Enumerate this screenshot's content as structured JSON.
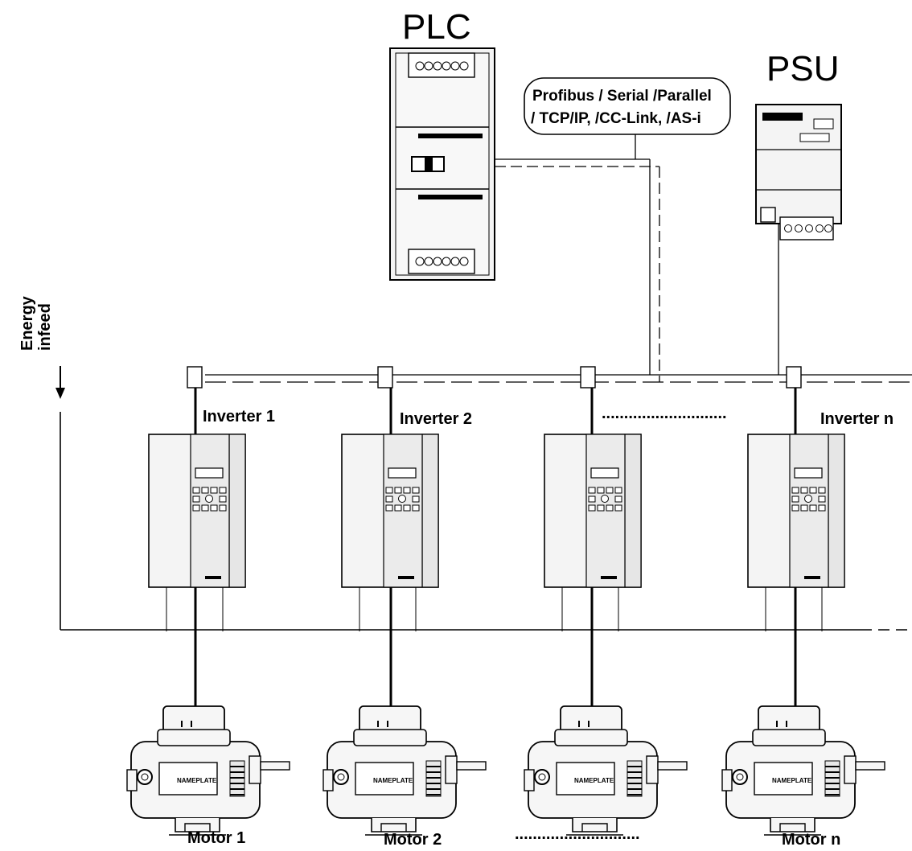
{
  "diagram": {
    "plc_title": "PLC",
    "psu_title": "PSU",
    "bus_label_line1": "Profibus / Serial /Parallel",
    "bus_label_line2": "/ TCP/IP, /CC-Link, /AS-i",
    "energy_label_line1": "Energy",
    "energy_label_line2": "infeed",
    "ellipsis": "............................",
    "inverters": [
      {
        "label": "Inverter 1"
      },
      {
        "label": "Inverter 2"
      },
      {
        "label": ""
      },
      {
        "label": "Inverter n"
      }
    ],
    "motors": [
      {
        "label": "Motor 1"
      },
      {
        "label": "Motor 2"
      },
      {
        "label": ""
      },
      {
        "label": "Motor n"
      }
    ],
    "nameplate_text": "NAMEPLATE"
  }
}
